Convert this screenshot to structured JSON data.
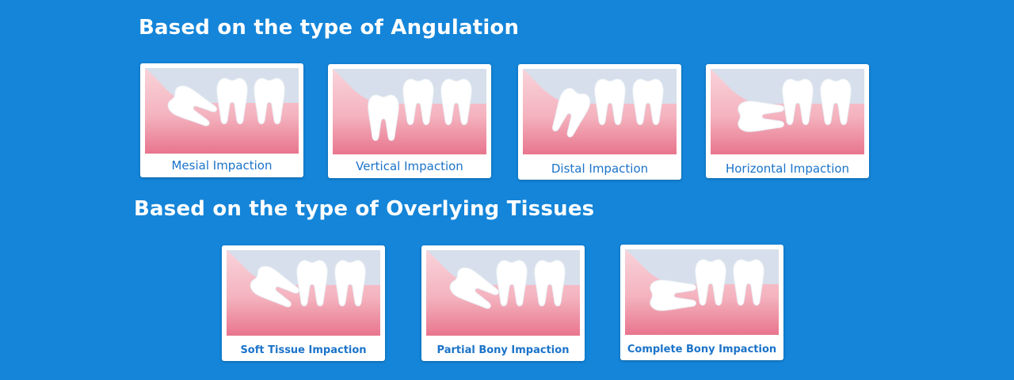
{
  "sections": {
    "angulation_title": "Based on the type of Angulation",
    "tissues_title": "Based on the type of Overlying Tissues"
  },
  "cards": {
    "mesial": "Mesial Impaction",
    "vertical": "Vertical Impaction",
    "distal": "Distal Impaction",
    "horizontal": "Horizontal Impaction",
    "soft_tissue": "Soft Tissue Impaction",
    "partial_bony": "Partial Bony Impaction",
    "complete_bony": "Complete Bony Impaction"
  },
  "colors": {
    "background": "#1485d9",
    "card": "#ffffff",
    "label": "#1b73c9",
    "gum": "#f4b8c2",
    "gum_dark": "#e46a84",
    "sky": "#d6dfeb"
  }
}
